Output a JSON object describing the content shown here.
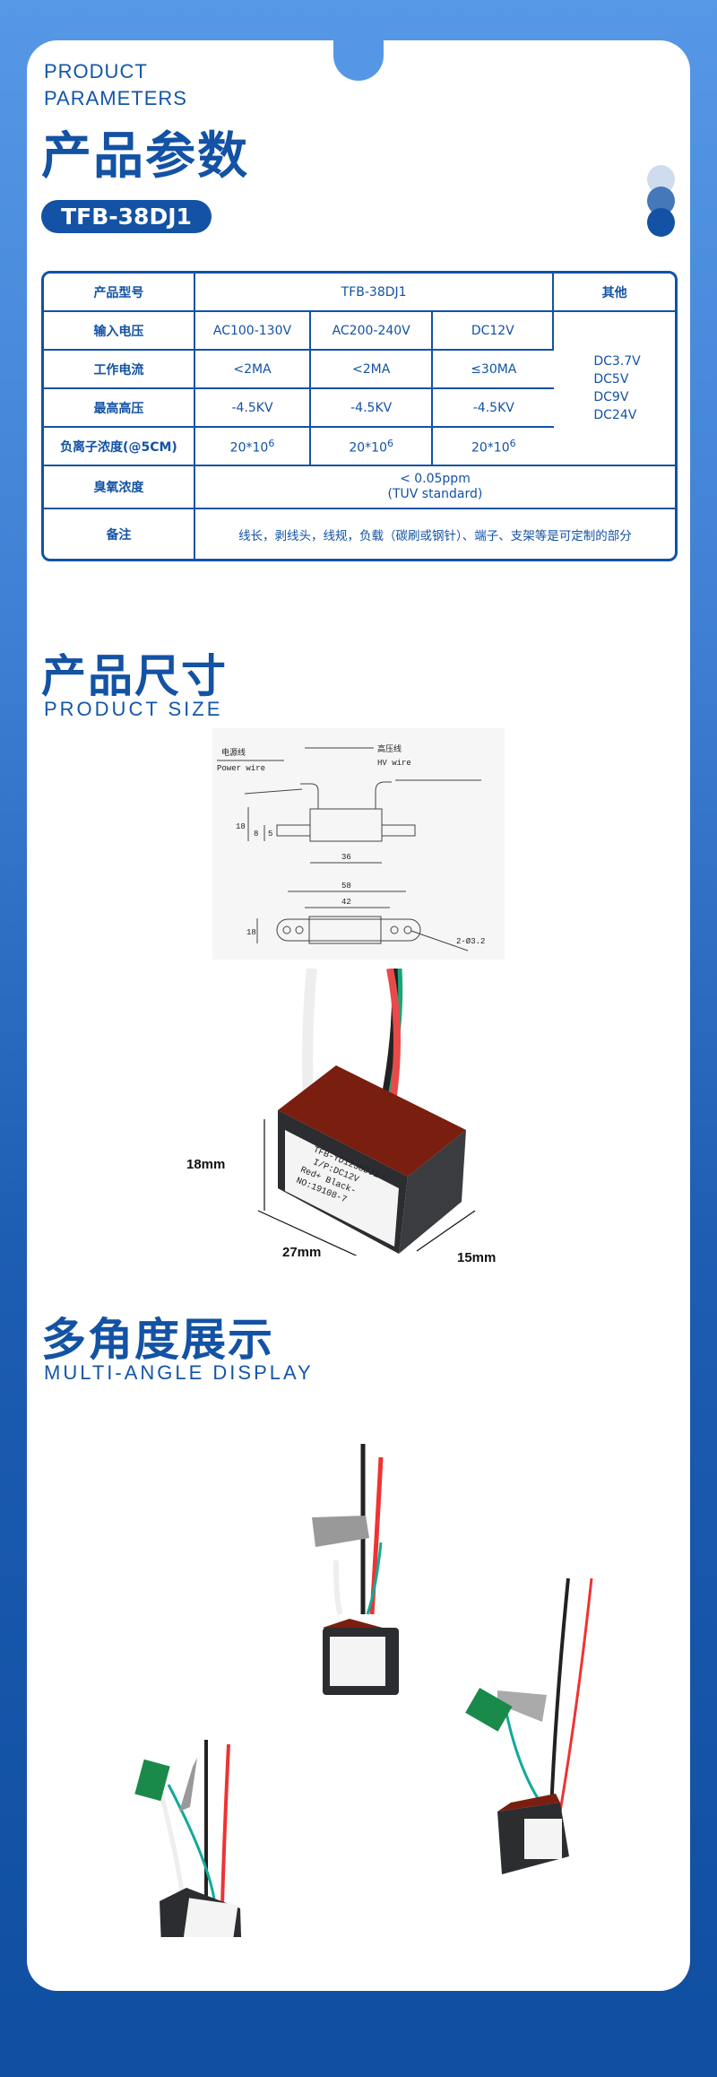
{
  "header": {
    "en_line1": "PRODUCT",
    "en_line2": "PARAMETERS",
    "title": "产品参数",
    "model_badge": "TFB-38DJ1"
  },
  "table": {
    "rows": [
      {
        "label": "产品型号",
        "value": "TFB-38DJ1",
        "other_header": "其他"
      },
      {
        "label": "输入电压",
        "values": [
          "AC100-130V",
          "AC200-240V",
          "DC12V"
        ]
      },
      {
        "label": "工作电流",
        "values": [
          "<2MA",
          "<2MA",
          "≤30MA"
        ]
      },
      {
        "label": "最高高压",
        "values": [
          "-4.5KV",
          "-4.5KV",
          "-4.5KV"
        ]
      },
      {
        "label": "负离子浓度(@5CM)",
        "values": [
          "20*10",
          "20*10",
          "20*10"
        ],
        "exponent": "6"
      },
      {
        "label": "臭氧浓度",
        "line1": "< 0.05ppm",
        "line2": "(TUV standard)"
      },
      {
        "label": "备注",
        "value": "线长，剥线头，线规，负载（碳刷或钢针）、端子、支架等是可定制的部分"
      }
    ],
    "other_values": [
      "DC3.7V",
      "DC5V",
      "DC9V",
      "DC24V"
    ]
  },
  "size_section": {
    "title": "产品尺寸",
    "subtitle": "PRODUCT SIZE",
    "drawing": {
      "power_wire_cn": "电源线",
      "power_wire_en": "Power wire",
      "hv_wire_cn": "高压线",
      "hv_wire_en": "HV wire",
      "dims": [
        "18",
        "8",
        "5",
        "36",
        "58",
        "42",
        "18",
        "2-Ø3.2"
      ]
    },
    "photo": {
      "label_lines": [
        "TFB-YD1238DJ1",
        "I/P:DC12V",
        "Red+ Black-",
        "NO:19108-7"
      ],
      "height": "18mm",
      "length": "27mm",
      "width": "15mm"
    }
  },
  "display_section": {
    "title": "多角度展示",
    "subtitle": "MULTI-ANGLE DISPLAY"
  },
  "colors": {
    "brand": "#1352a4",
    "bg_top": "#5698e6",
    "bg_bottom": "#0f4ea0"
  }
}
